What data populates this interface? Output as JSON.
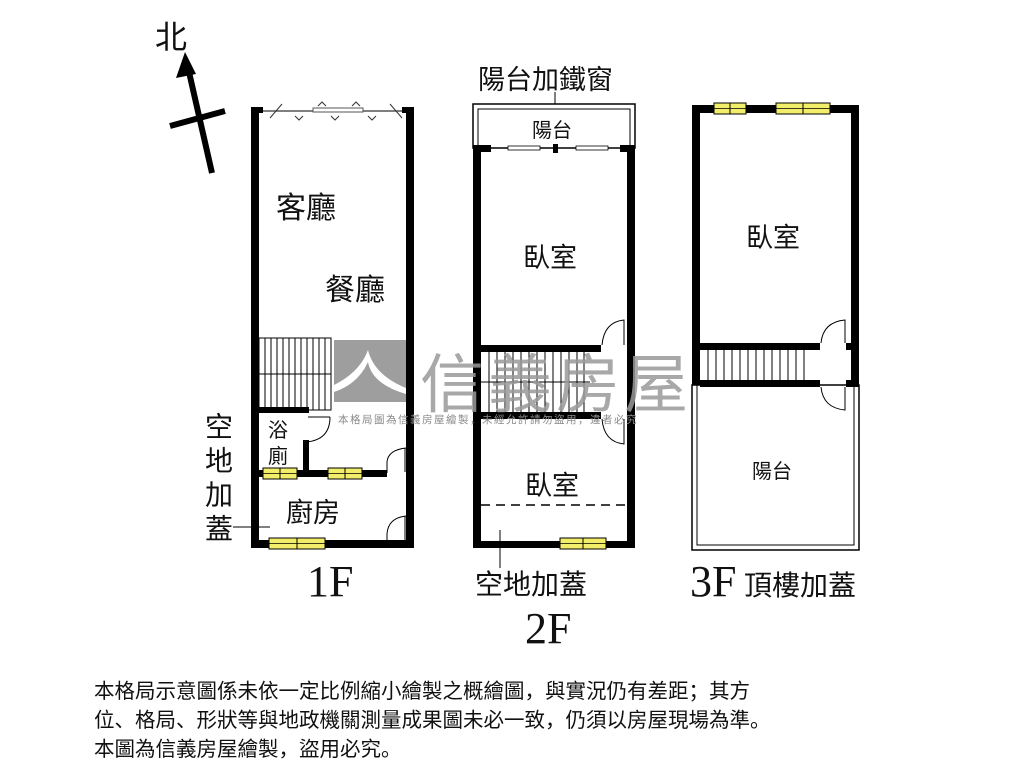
{
  "compass": {
    "label": "北",
    "icon": "north-arrow-icon"
  },
  "floors": [
    {
      "id": "1F",
      "label": "1F",
      "rooms": [
        {
          "name": "客廳"
        },
        {
          "name": "餐廳"
        },
        {
          "name": "浴廁",
          "lines": [
            "浴",
            "廁"
          ]
        },
        {
          "name": "廚房"
        }
      ],
      "annotation": "空地加蓋"
    },
    {
      "id": "2F",
      "label": "2F",
      "rooms": [
        {
          "name": "陽台"
        },
        {
          "name": "臥室"
        },
        {
          "name": "臥室"
        }
      ],
      "annotations": [
        "陽台加鐵窗",
        "空地加蓋"
      ]
    },
    {
      "id": "3F",
      "label": "3F",
      "label_suffix": "頂樓加蓋",
      "rooms": [
        {
          "name": "臥室"
        },
        {
          "name": "陽台"
        }
      ]
    }
  ],
  "watermark": {
    "brand": "信義房屋",
    "note": "本格局圖為信義房屋繪製，未經允許請勿盜用，違者必究"
  },
  "disclaimer": [
    "本格局示意圖係未依一定比例縮小繪製之概繪圖，與實況仍有差距；其方",
    "位、格局、形狀等與地政機關測量成果圖未必一致，仍須以房屋現場為準。",
    "本圖為信義房屋繪製，盜用必究。"
  ],
  "colors": {
    "wall": "#000000",
    "window_fill": "#f2ee6a",
    "watermark": "#9a9a9a",
    "background": "#ffffff"
  }
}
